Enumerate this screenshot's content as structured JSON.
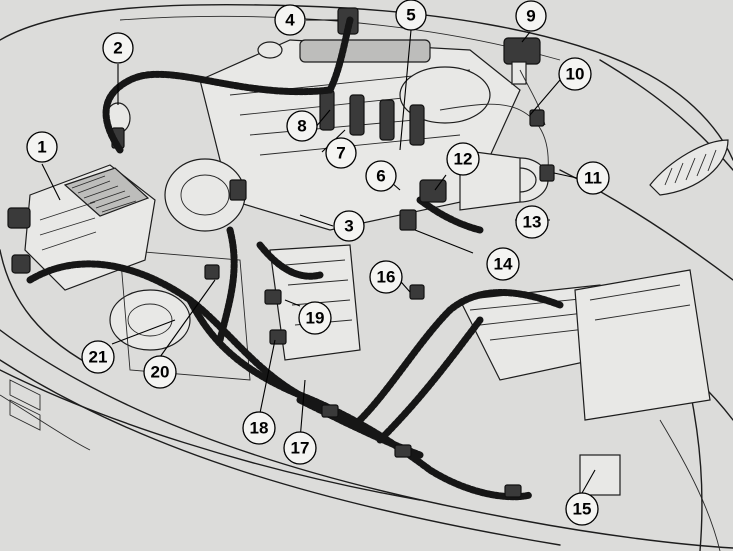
{
  "callouts": [
    {
      "label": "1"
    },
    {
      "label": "2"
    },
    {
      "label": "3"
    },
    {
      "label": "4"
    },
    {
      "label": "5"
    },
    {
      "label": "6"
    },
    {
      "label": "7"
    },
    {
      "label": "8"
    },
    {
      "label": "9"
    },
    {
      "label": "10"
    },
    {
      "label": "11"
    },
    {
      "label": "12"
    },
    {
      "label": "13"
    },
    {
      "label": "14"
    },
    {
      "label": "15"
    },
    {
      "label": "16"
    },
    {
      "label": "17"
    },
    {
      "label": "18"
    },
    {
      "label": "19"
    },
    {
      "label": "20"
    },
    {
      "label": "21"
    }
  ]
}
